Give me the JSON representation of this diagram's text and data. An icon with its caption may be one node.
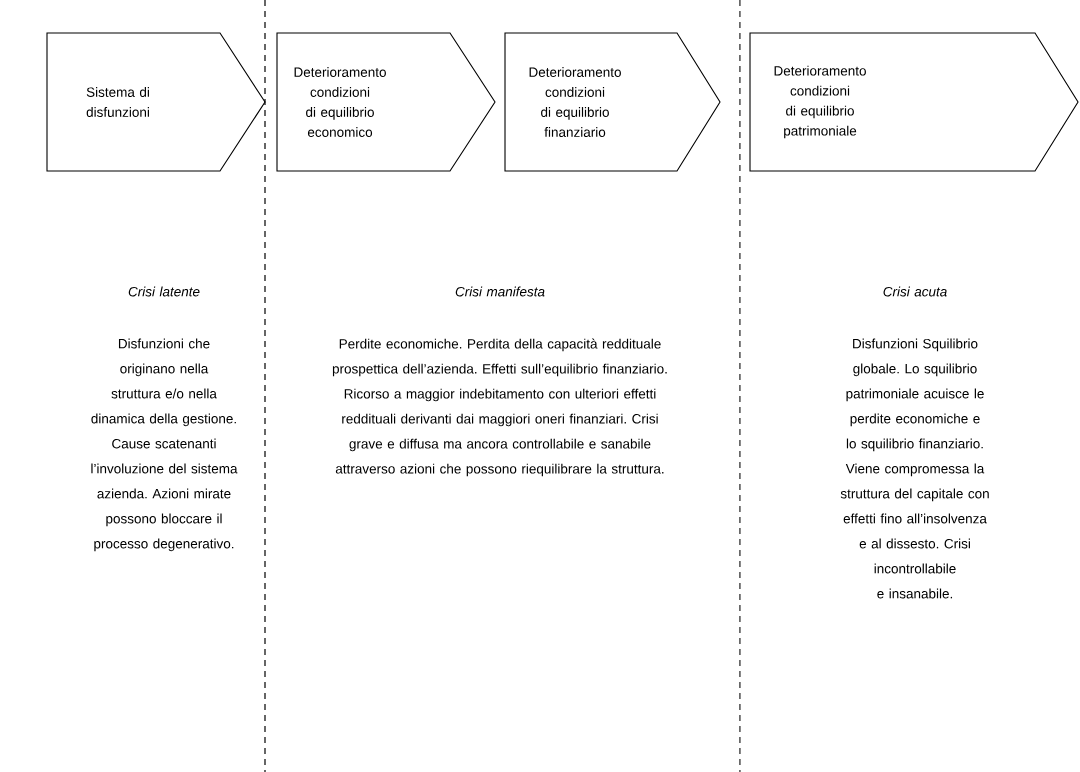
{
  "diagram": {
    "nodes": [
      {
        "text": [
          "Sistema di disfunzioni"
        ]
      },
      {
        "text": [
          "Deterioramento condizioni di equilibrio economico"
        ]
      },
      {
        "text": [
          "Deterioramento condizioni di equilibrio finanziario"
        ]
      },
      {
        "text": [
          "Deterioramento condizioni di equilibrio patrimoniale"
        ]
      }
    ],
    "labels": [
      "Crisi latente",
      "Disfunzioni che originano nella struttura e/o nella dinamica della gestione. Cause scatenanti l’involuzione del sistema azienda. Azioni mirate possono bloccare il processo degenerativo.",
      "Crisi manifesta",
      "Perdite economiche. Perdita della capacità reddituale prospettica dell’azienda. Effetti sull’equilibrio finanziario. Ricorso a maggior indebitamento con ulteriori effetti reddituali derivanti dai maggiori oneri finanziari. Crisi grave e diffusa ma ancora controllabile e sanabile attraverso azioni che possono riequilibrare la struttura.",
      "Crisi acuta",
      "Disfunzioni Squilibrio globale. Lo squilibrio patrimoniale acuisce le perdite economiche e lo squilibrio finanziario. Viene compromessa la struttura del capitale con effetti fino all’insolvenza e al dissesto. Crisi incontrollabile e insanabile."
    ]
  }
}
